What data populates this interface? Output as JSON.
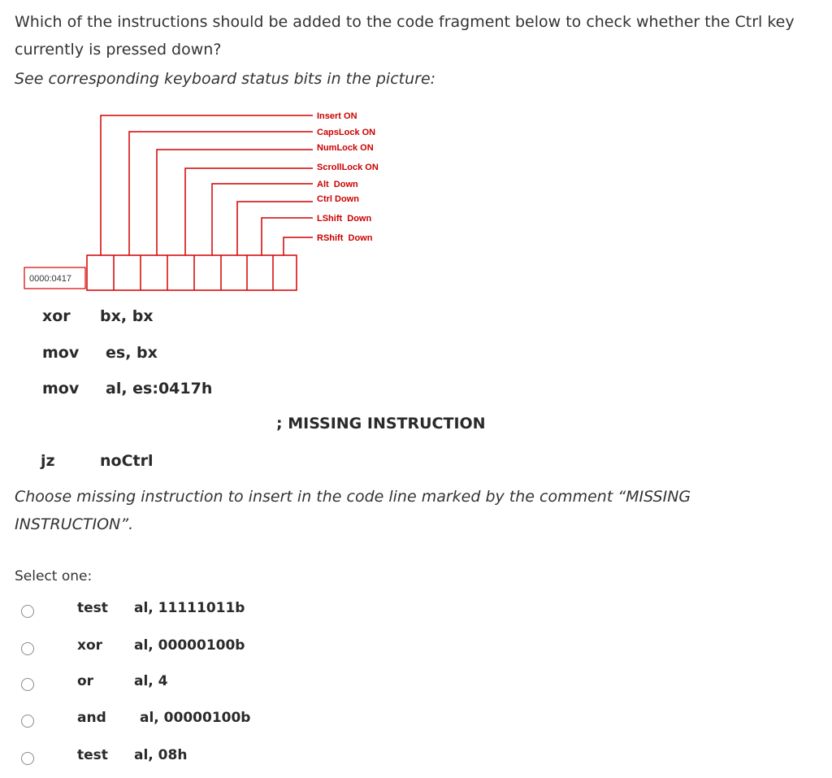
{
  "question": {
    "text": "Which of the instructions should be added to the code fragment below to check whether the Ctrl key currently is pressed down?",
    "hint": "See corresponding keyboard status bits in the picture:"
  },
  "diagram": {
    "address": "0000:0417",
    "bit_labels": [
      "Insert ON",
      "CapsLock ON",
      "NumLock ON",
      "ScrollLock ON",
      "Alt  Down",
      "Ctrl Down",
      "LShift  Down",
      "RShift  Down"
    ],
    "line_color": "#d40000",
    "label_color": "#cc0000"
  },
  "code": {
    "lines": [
      {
        "op": "xor",
        "args": "bx, bx"
      },
      {
        "op": "mov",
        "args": "es, bx"
      },
      {
        "op": "mov",
        "args": "al, es:0417h"
      }
    ],
    "missing_comment": "; MISSING INSTRUCTION",
    "jump": {
      "op": "jz",
      "args": "noCtrl"
    }
  },
  "instruction": "Choose missing instruction to insert in the code line marked by the comment “MISSING INSTRUCTION”.",
  "select_label": "Select one:",
  "options": [
    {
      "op": "test",
      "args": "al, 11111011b"
    },
    {
      "op": "xor",
      "args": "al, 00000100b"
    },
    {
      "op": "or",
      "args": "al, 4"
    },
    {
      "op": "and",
      "args": "al, 00000100b"
    },
    {
      "op": "test",
      "args": "al, 08h"
    }
  ]
}
